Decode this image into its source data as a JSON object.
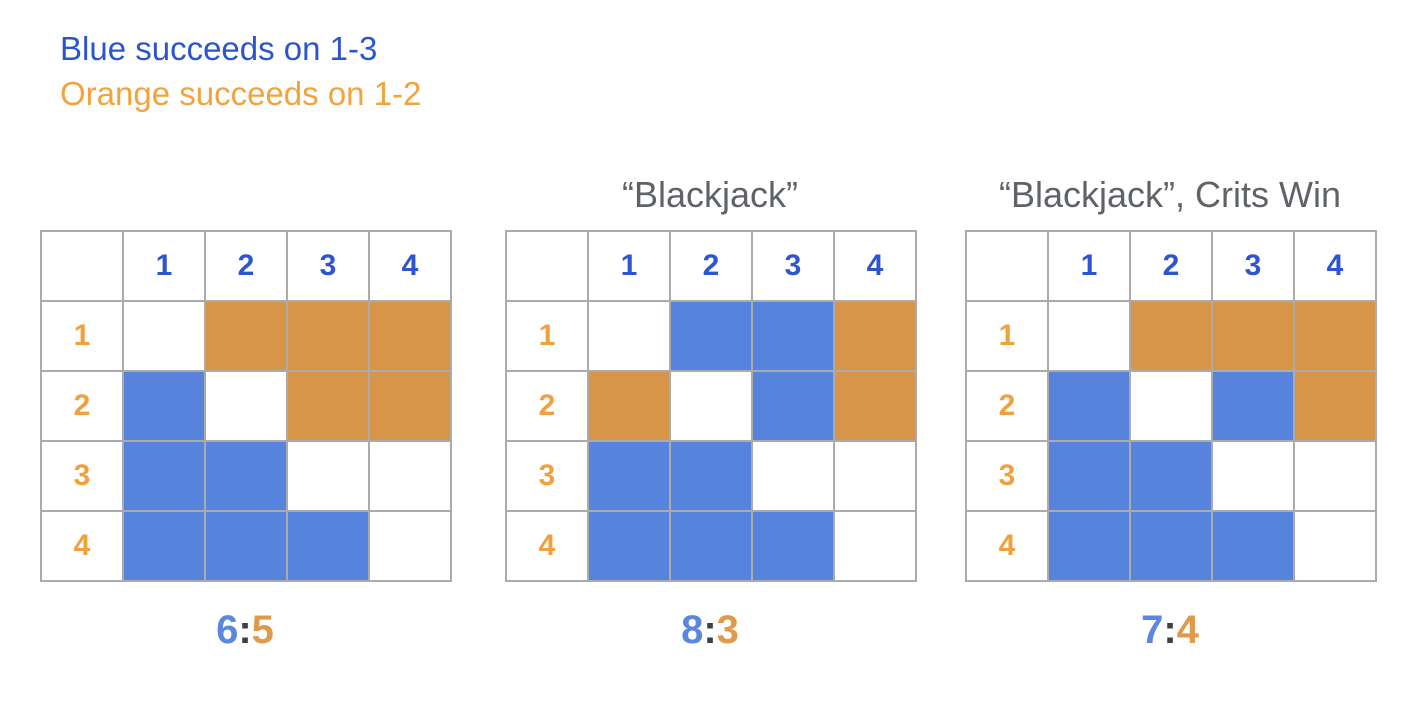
{
  "legend": {
    "blue_label": "Blue succeeds on 1-3",
    "orange_label": "Orange succeeds on 1-2"
  },
  "colors": {
    "cell_blue": "#5883dd",
    "cell_orange": "#d7954a",
    "column_header_blue": "#2e55cf",
    "row_header_orange": "#f0a13d",
    "legend_blue": "#2b55ce",
    "legend_orange": "#f2a33c",
    "title_gray": "#5f6368",
    "score_blue": "#5c86e0",
    "score_orange": "#df9b4b",
    "score_colon_gray": "#3f4245",
    "grid_border_gray": "#ababab",
    "background": "#ffffff"
  },
  "chart_data": [
    {
      "type": "heatmap",
      "title": "",
      "column_headers": [
        "1",
        "2",
        "3",
        "4"
      ],
      "row_headers": [
        "1",
        "2",
        "3",
        "4"
      ],
      "cells": [
        [
          "",
          "orange",
          "orange",
          "orange"
        ],
        [
          "blue",
          "",
          "orange",
          "orange"
        ],
        [
          "blue",
          "blue",
          "",
          ""
        ],
        [
          "blue",
          "blue",
          "blue",
          ""
        ]
      ],
      "blue_count": 6,
      "orange_count": 5,
      "score": {
        "blue": "6",
        "separator": ":",
        "orange": "5"
      }
    },
    {
      "type": "heatmap",
      "title": "“Blackjack”",
      "column_headers": [
        "1",
        "2",
        "3",
        "4"
      ],
      "row_headers": [
        "1",
        "2",
        "3",
        "4"
      ],
      "cells": [
        [
          "",
          "blue",
          "blue",
          "orange"
        ],
        [
          "orange",
          "",
          "blue",
          "orange"
        ],
        [
          "blue",
          "blue",
          "",
          ""
        ],
        [
          "blue",
          "blue",
          "blue",
          ""
        ]
      ],
      "blue_count": 8,
      "orange_count": 3,
      "score": {
        "blue": "8",
        "separator": ":",
        "orange": "3"
      }
    },
    {
      "type": "heatmap",
      "title": "“Blackjack”, Crits Win",
      "column_headers": [
        "1",
        "2",
        "3",
        "4"
      ],
      "row_headers": [
        "1",
        "2",
        "3",
        "4"
      ],
      "cells": [
        [
          "",
          "orange",
          "orange",
          "orange"
        ],
        [
          "blue",
          "",
          "blue",
          "orange"
        ],
        [
          "blue",
          "blue",
          "",
          ""
        ],
        [
          "blue",
          "blue",
          "blue",
          ""
        ]
      ],
      "blue_count": 7,
      "orange_count": 4,
      "score": {
        "blue": "7",
        "separator": ":",
        "orange": "4"
      }
    }
  ]
}
